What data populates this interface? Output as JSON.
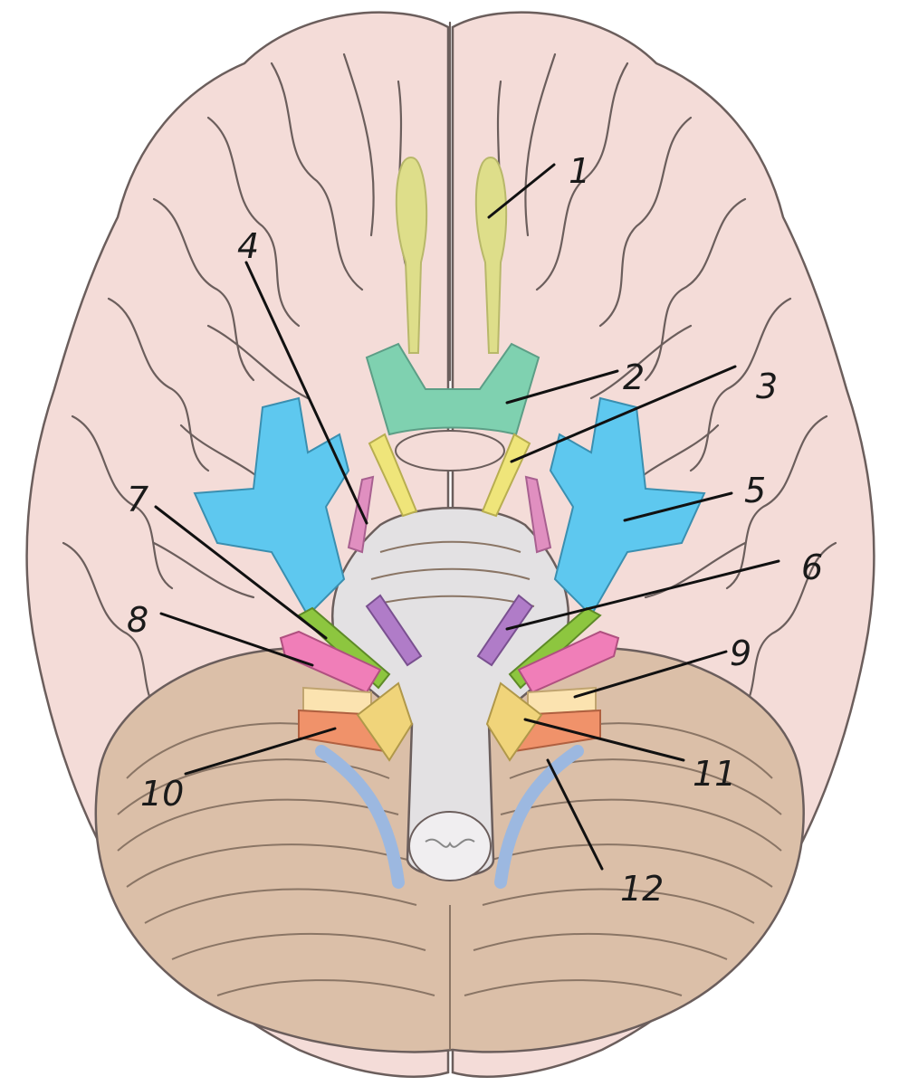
{
  "labels": [
    {
      "id": "1",
      "text": "1",
      "color": "#dede8a"
    },
    {
      "id": "2",
      "text": "2",
      "color": "#7fd1b0"
    },
    {
      "id": "3",
      "text": "3",
      "color": "#efe57a"
    },
    {
      "id": "4",
      "text": "4",
      "color": "#e08fc0"
    },
    {
      "id": "5",
      "text": "5",
      "color": "#5ec8ef"
    },
    {
      "id": "6",
      "text": "6",
      "color": "#b07cc8"
    },
    {
      "id": "7",
      "text": "7",
      "color": "#8dc63f"
    },
    {
      "id": "8",
      "text": "8",
      "color": "#f07eb8"
    },
    {
      "id": "9",
      "text": "9",
      "color": "#fbe3b0"
    },
    {
      "id": "10",
      "text": "10",
      "color": "#f0926a"
    },
    {
      "id": "11",
      "text": "11",
      "color": "#f0d47a"
    },
    {
      "id": "12",
      "text": "12",
      "color": "#9cb8e0"
    }
  ],
  "colors": {
    "cerebrum": "#f4dcd8",
    "cerebellum": "#dbbfa8",
    "brainstem": "#e3e1e3"
  }
}
